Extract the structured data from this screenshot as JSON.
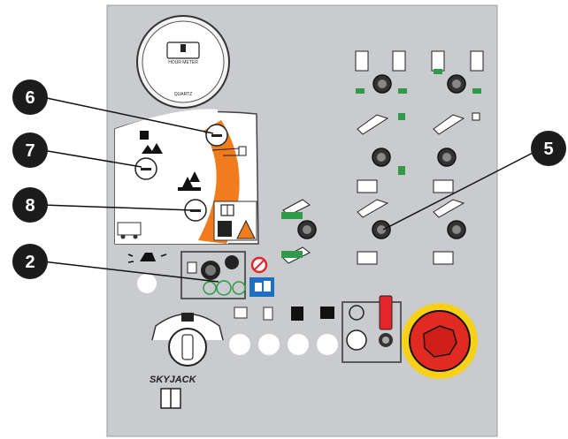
{
  "panel": {
    "hour_meter": {
      "label": "HOUR METER",
      "brand": "QUARTZ"
    },
    "logo": "SKYJACK",
    "colors": {
      "panel": "#c9cbcf",
      "accent_orange": "#f07c1e",
      "boom_green": "#2f9a4a",
      "estop_red": "#e02a22",
      "estop_yellow": "#f7d117",
      "switch_red": "#e4262c",
      "blue_icon": "#1f6fc1"
    }
  },
  "callouts": [
    {
      "id": "6",
      "label": "6"
    },
    {
      "id": "7",
      "label": "7"
    },
    {
      "id": "8",
      "label": "8"
    },
    {
      "id": "2",
      "label": "2"
    },
    {
      "id": "5",
      "label": "5"
    }
  ]
}
